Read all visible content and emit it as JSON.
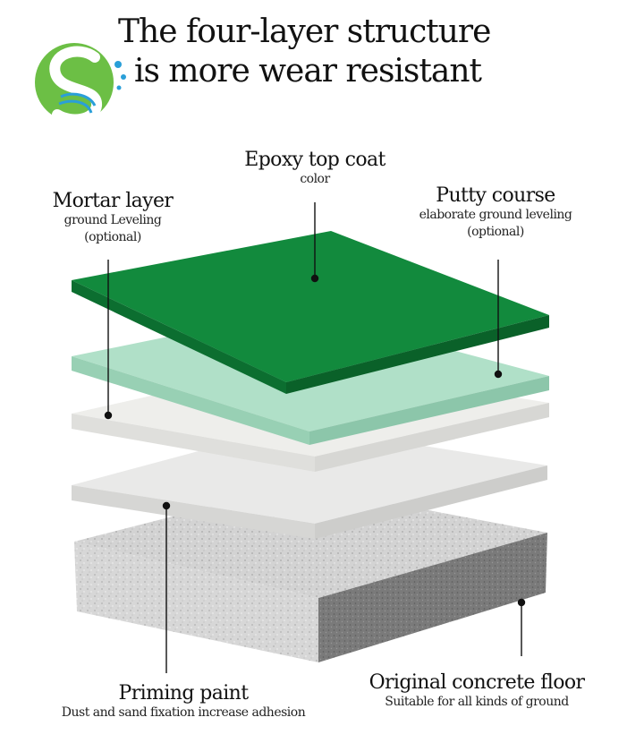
{
  "title": {
    "line1": "The four-layer structure",
    "line2": "is more wear resistant"
  },
  "logo": {
    "icon": "brand-s-logo-icon"
  },
  "colors": {
    "top_coat": "#12883c",
    "putty": "#a9dcc4",
    "mortar": "#ebebe8",
    "primer": "#e4e4e4",
    "concrete_top": "#d2d2d2",
    "concrete_side": "#bdbdbd",
    "concrete_front": "#7a7a7a",
    "logo_green": "#66bb44",
    "logo_blue": "#2a9fd8"
  },
  "labels": {
    "epoxy": {
      "title": "Epoxy top coat",
      "sub": "color"
    },
    "mortar": {
      "title": "Mortar layer",
      "sub1": "ground Leveling",
      "sub2": "(optional)"
    },
    "putty": {
      "title": "Putty course",
      "sub1": "elaborate ground leveling",
      "sub2": "(optional)"
    },
    "priming": {
      "title": "Priming paint",
      "sub": "Dust and sand fixation increase adhesion"
    },
    "concrete": {
      "title": "Original concrete floor",
      "sub": "Suitable for all kinds of ground"
    }
  }
}
